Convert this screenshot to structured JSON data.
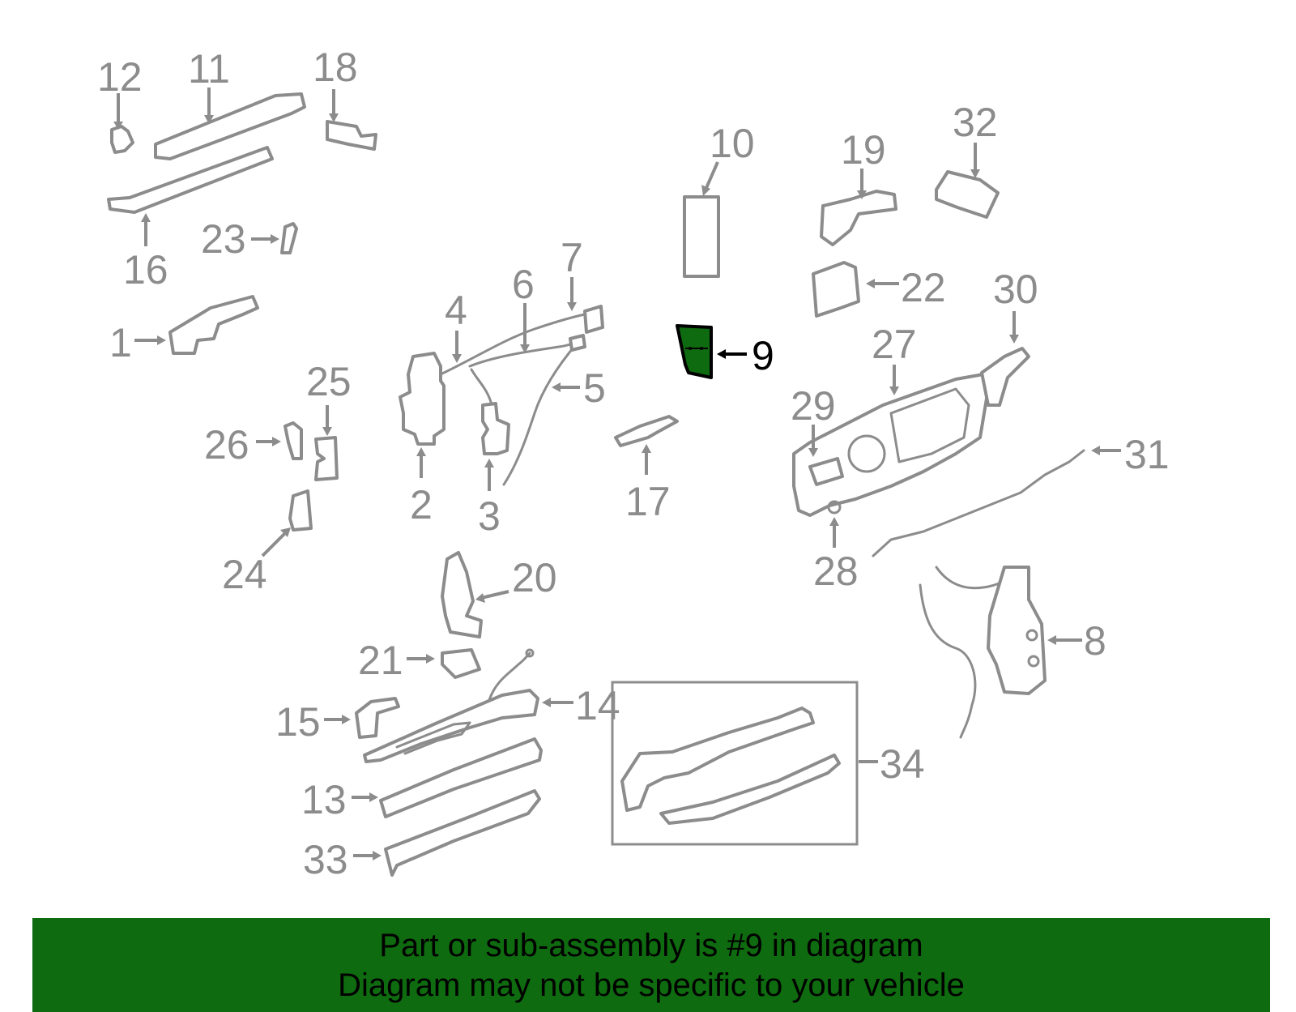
{
  "labels": {
    "p1": "1",
    "p2": "2",
    "p3": "3",
    "p4": "4",
    "p5": "5",
    "p6": "6",
    "p7": "7",
    "p8": "8",
    "p9": "9",
    "p10": "10",
    "p11": "11",
    "p12": "12",
    "p13": "13",
    "p14": "14",
    "p15": "15",
    "p16": "16",
    "p17": "17",
    "p18": "18",
    "p19": "19",
    "p20": "20",
    "p21": "21",
    "p22": "22",
    "p23": "23",
    "p24": "24",
    "p25": "25",
    "p26": "26",
    "p27": "27",
    "p28": "28",
    "p29": "29",
    "p30": "30",
    "p31": "31",
    "p32": "32",
    "p33": "33",
    "p34": "34"
  },
  "highlighted_part": "9",
  "colors": {
    "highlight": "#0f6b0f",
    "line": "#8c8c8c",
    "banner": "#0f6b0f"
  },
  "banner": {
    "line1": "Part or sub-assembly is #9 in diagram",
    "line2": "Diagram may not be specific to your vehicle"
  }
}
